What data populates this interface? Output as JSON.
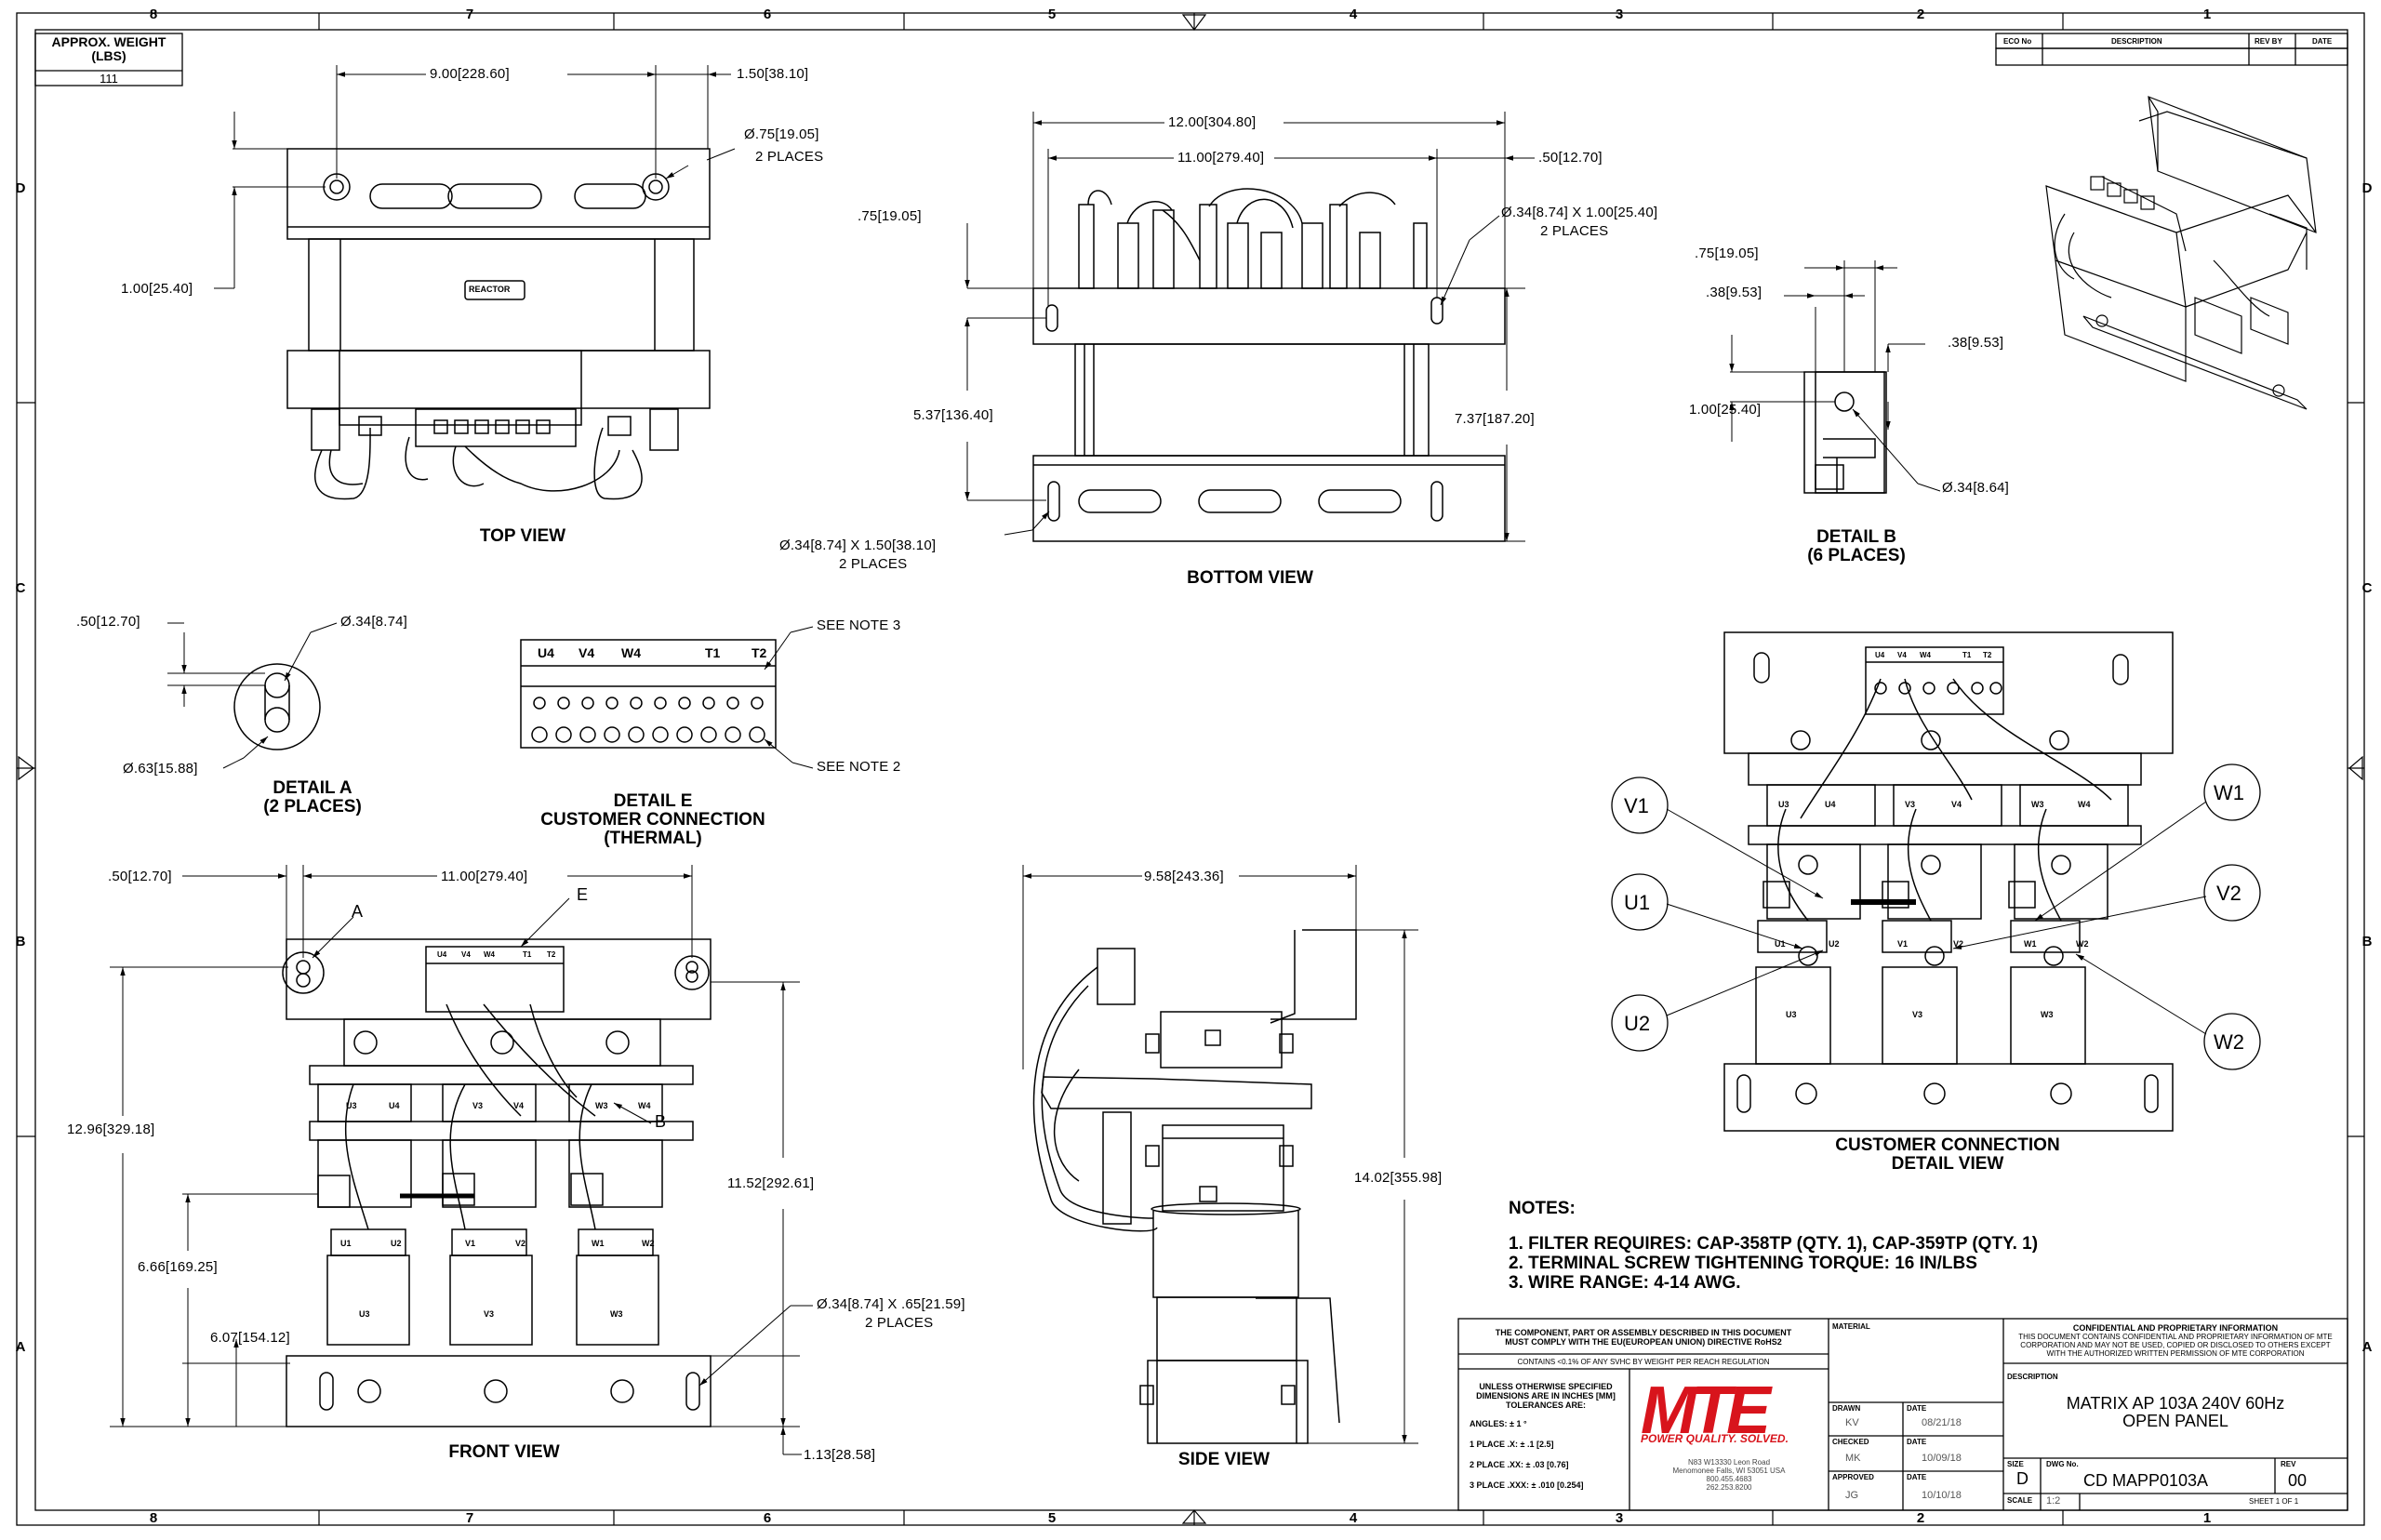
{
  "zones_top": [
    "8",
    "7",
    "6",
    "5",
    "4",
    "3",
    "2",
    "1"
  ],
  "zones_side": [
    "D",
    "C",
    "B",
    "A"
  ],
  "weight_box": {
    "label_1": "APPROX. WEIGHT",
    "label_2": "(LBS)",
    "value": "111"
  },
  "revision_table": {
    "col1": "ECO No",
    "col2": "DESCRIPTION",
    "col3": "REV BY",
    "col4": "DATE"
  },
  "top_view": {
    "title": "TOP VIEW",
    "dim_width": "9.00[228.60]",
    "dim_offset": "1.50[38.10]",
    "hole_callout_1": "Ø.75[19.05]",
    "hole_callout_2": "2 PLACES",
    "dim_height": "1.00[25.40]",
    "reactor_label": "REACTOR"
  },
  "bottom_view": {
    "title": "BOTTOM VIEW",
    "dim_overall": "12.00[304.80]",
    "dim_inner": "11.00[279.40]",
    "dim_right": ".50[12.70]",
    "dim_left_top": ".75[19.05]",
    "slot_callout_1": "Ø.34[8.74] X 1.00[25.40]",
    "slot_callout_2": "2 PLACES",
    "dim_mid": "5.37[136.40]",
    "dim_height": "7.37[187.20]",
    "slot2_callout_1": "Ø.34[8.74] X 1.50[38.10]",
    "slot2_callout_2": "2 PLACES"
  },
  "detail_b": {
    "title_1": "DETAIL B",
    "title_2": "(6 PLACES)",
    "dim_a": ".75[19.05]",
    "dim_b": ".38[9.53]",
    "dim_c": ".38[9.53]",
    "dim_d": "1.00[25.40]",
    "hole": "Ø.34[8.64]"
  },
  "detail_a": {
    "title_1": "DETAIL A",
    "title_2": "(2 PLACES)",
    "dim_top": ".50[12.70]",
    "hole_small": "Ø.34[8.74]",
    "hole_large": "Ø.63[15.88]"
  },
  "detail_e": {
    "title_1": "DETAIL E",
    "title_2": "CUSTOMER CONNECTION",
    "title_3": "(THERMAL)",
    "terminals": [
      "U4",
      "V4",
      "W4",
      "T1",
      "T2"
    ],
    "note3": "SEE NOTE 3",
    "note2": "SEE NOTE 2"
  },
  "front_view": {
    "title": "FRONT VIEW",
    "dim_left": ".50[12.70]",
    "dim_width": "11.00[279.40]",
    "label_a": "A",
    "label_e": "E",
    "label_b": "B",
    "dim_overall_h": "12.96[329.18]",
    "dim_mid_h": "11.52[292.61]",
    "dim_a": "6.66[169.25]",
    "dim_b": "6.07[154.12]",
    "slot_1": "Ø.34[8.74] X .65[21.59]",
    "slot_2": "2 PLACES",
    "dim_bottom": "1.13[28.58]",
    "terminal_labels": [
      "U3",
      "U4",
      "V3",
      "V4",
      "W3",
      "W4",
      "U1",
      "U2",
      "V1",
      "V2",
      "W1",
      "W2",
      "U3",
      "V3",
      "W3"
    ],
    "thermal_labels": [
      "U4",
      "V4",
      "W4",
      "T1",
      "T2"
    ]
  },
  "side_view": {
    "title": "SIDE VIEW",
    "dim_width": "9.58[243.36]",
    "dim_height": "14.02[355.98]"
  },
  "customer_view": {
    "title_1": "CUSTOMER CONNECTION",
    "title_2": "DETAIL VIEW",
    "bubbles": [
      "V1",
      "U1",
      "U2",
      "W1",
      "V2",
      "W2"
    ],
    "thermal_labels": [
      "U4",
      "V4",
      "W4",
      "T1",
      "T2"
    ],
    "coil_labels_top": [
      "U3",
      "U4",
      "V3",
      "V4",
      "W3",
      "W4"
    ],
    "coil_labels_mid": [
      "U1",
      "U2",
      "V1",
      "V2",
      "W1",
      "W2"
    ],
    "coil_labels_bot": [
      "U3",
      "V3",
      "W3"
    ]
  },
  "notes": {
    "header": "NOTES:",
    "items": [
      "1.  FILTER REQUIRES: CAP-358TP (QTY. 1), CAP-359TP (QTY. 1)",
      "2.  TERMINAL SCREW TIGHTENING TORQUE: 16 IN/LBS",
      "3.  WIRE RANGE: 4-14 AWG."
    ]
  },
  "title_block": {
    "rohs_1": "THE COMPONENT, PART OR ASSEMBLY DESCRIBED IN THIS DOCUMENT",
    "rohs_2": "MUST COMPLY WITH THE EU(EUROPEAN UNION) DIRECTIVE RoHS2",
    "reach": "CONTAINS <0.1% OF ANY SVHC BY WEIGHT PER REACH REGULATION",
    "tol_1": "UNLESS OTHERWISE SPECIFIED",
    "tol_2": "DIMENSIONS ARE IN INCHES [MM]",
    "tol_3": "TOLERANCES ARE:",
    "tol_angles": "ANGLES: ± 1 °",
    "tol_1place": "1 PLACE .X: ± .1 [2.5]",
    "tol_2place": "2 PLACE .XX: ± .03 [0.76]",
    "tol_3place": "3 PLACE .XXX: ± .010 [0.254]",
    "logo": "MTE",
    "slogan": "POWER QUALITY. SOLVED.",
    "addr_1": "N83 W13330 Leon Road",
    "addr_2": "Menomonee Falls, WI 53051 USA",
    "addr_3": "800.455.4683",
    "addr_4": "262.253.8200",
    "material_lbl": "MATERIAL",
    "drawn_lbl": "DRAWN",
    "drawn_by": "KV",
    "drawn_date": "08/21/18",
    "checked_lbl": "CHECKED",
    "checked_by": "MK",
    "checked_date": "10/09/18",
    "approved_lbl": "APPROVED",
    "approved_by": "JG",
    "approved_date": "10/10/18",
    "date_lbl": "DATE",
    "conf_title": "CONFIDENTIAL AND PROPRIETARY INFORMATION",
    "conf_1": "THIS DOCUMENT CONTAINS CONFIDENTIAL AND PROPRIETARY INFORMATION OF MTE",
    "conf_2": "CORPORATION AND MAY NOT BE USED, COPIED OR DISCLOSED TO OTHERS EXCEPT",
    "conf_3": "WITH THE AUTHORIZED WRITTEN PERMISSION OF MTE CORPORATION",
    "desc_lbl": "DESCRIPTION",
    "desc_1": "MATRIX AP 103A 240V 60Hz",
    "desc_2": "OPEN PANEL",
    "size_lbl": "SIZE",
    "size": "D",
    "dwg_lbl": "DWG No.",
    "dwg": "CD MAPP0103A",
    "rev_lbl": "REV",
    "rev": "00",
    "scale_lbl": "SCALE",
    "scale": "1:2",
    "sheet": "SHEET 1  OF 1"
  }
}
